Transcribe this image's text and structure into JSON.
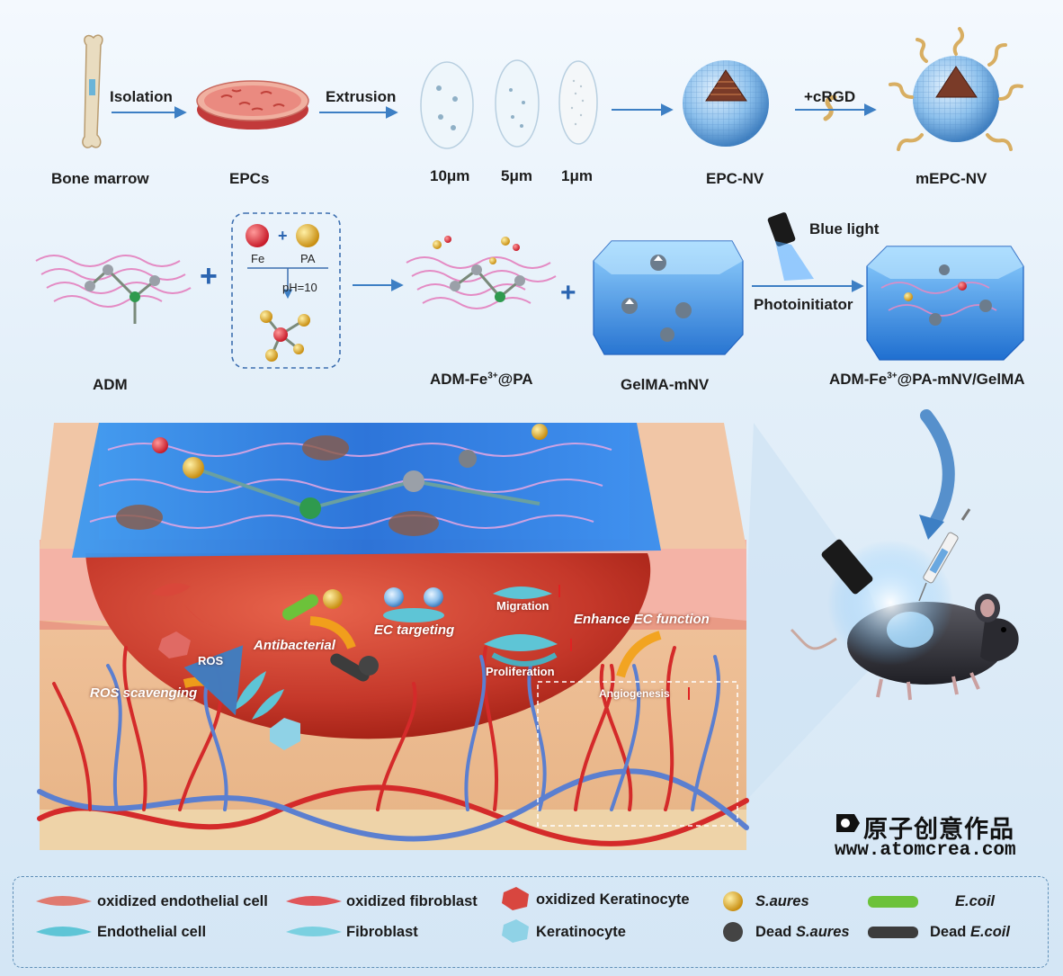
{
  "workflow_top": {
    "sources": {
      "bone_marrow": "Bone marrow",
      "epcs": "EPCs"
    },
    "steps": {
      "isolation": "Isolation",
      "extrusion": "Extrusion",
      "crgd": "+cRGD"
    },
    "filters": [
      "10μm",
      "5μm",
      "1μm"
    ],
    "products": {
      "epc_nv": "EPC-NV",
      "mepc_nv": "mEPC-NV"
    }
  },
  "workflow_middle": {
    "adm": "ADM",
    "fe": "Fe",
    "pa": "PA",
    "ph": "pH=10",
    "adm_fe_pa_prefix": "ADM-Fe",
    "adm_fe_pa_suffix": "@PA",
    "superscript": "3+",
    "gelma_mnv": "GelMA-mNV",
    "blue_light": "Blue light",
    "photoinitiator": "Photoinitiator",
    "final_prefix": "ADM-Fe",
    "final_suffix": "@PA-mNV/GelMA"
  },
  "wound_annotations": {
    "ros": "ROS",
    "ros_scavenging": "ROS scavenging",
    "antibacterial": "Antibacterial",
    "ec_targeting": "EC targeting",
    "migration": "Migration",
    "proliferation": "Proliferation",
    "enhance_ec_function": "Enhance EC function",
    "angiogenesis": "Angiogenesis"
  },
  "legend": {
    "oxidized_endothelial_cell": "oxidized endothelial cell",
    "oxidized_fibroblast": "oxidized fibroblast",
    "oxidized_keratinocyte": "oxidized Keratinocyte",
    "s_aures": "S.aures",
    "e_coil": "E.coil",
    "endothelial_cell": "Endothelial cell",
    "fibroblast": "Fibroblast",
    "keratinocyte": "Keratinocyte",
    "dead_prefix": "Dead ",
    "dead_s_aures": "S.aures",
    "dead_e_coil": "E.coil"
  },
  "watermark": {
    "name": "原子创意作品",
    "url": "www.atomcrea.com"
  },
  "icons": [
    "bone-icon",
    "petri-dish-icon",
    "filter-membrane-icon",
    "nanovesicle-icon",
    "crgd-peptide-icon",
    "hydrogel-cube-icon",
    "blue-light-lamp-icon",
    "syringe-icon",
    "mouse-icon",
    "blood-vessel-icon"
  ],
  "colors": {
    "arrow_blue": "#3d7fc4",
    "hydrogel_blue": "#2f8ae0",
    "wound_red": "#c8392c",
    "vessel_red": "#d42a2a",
    "vessel_blue": "#5b7fd0",
    "dead_bacteria": "#444444",
    "s_aures_gold": "#d8aa25",
    "e_coil_green": "#6cc23a"
  }
}
